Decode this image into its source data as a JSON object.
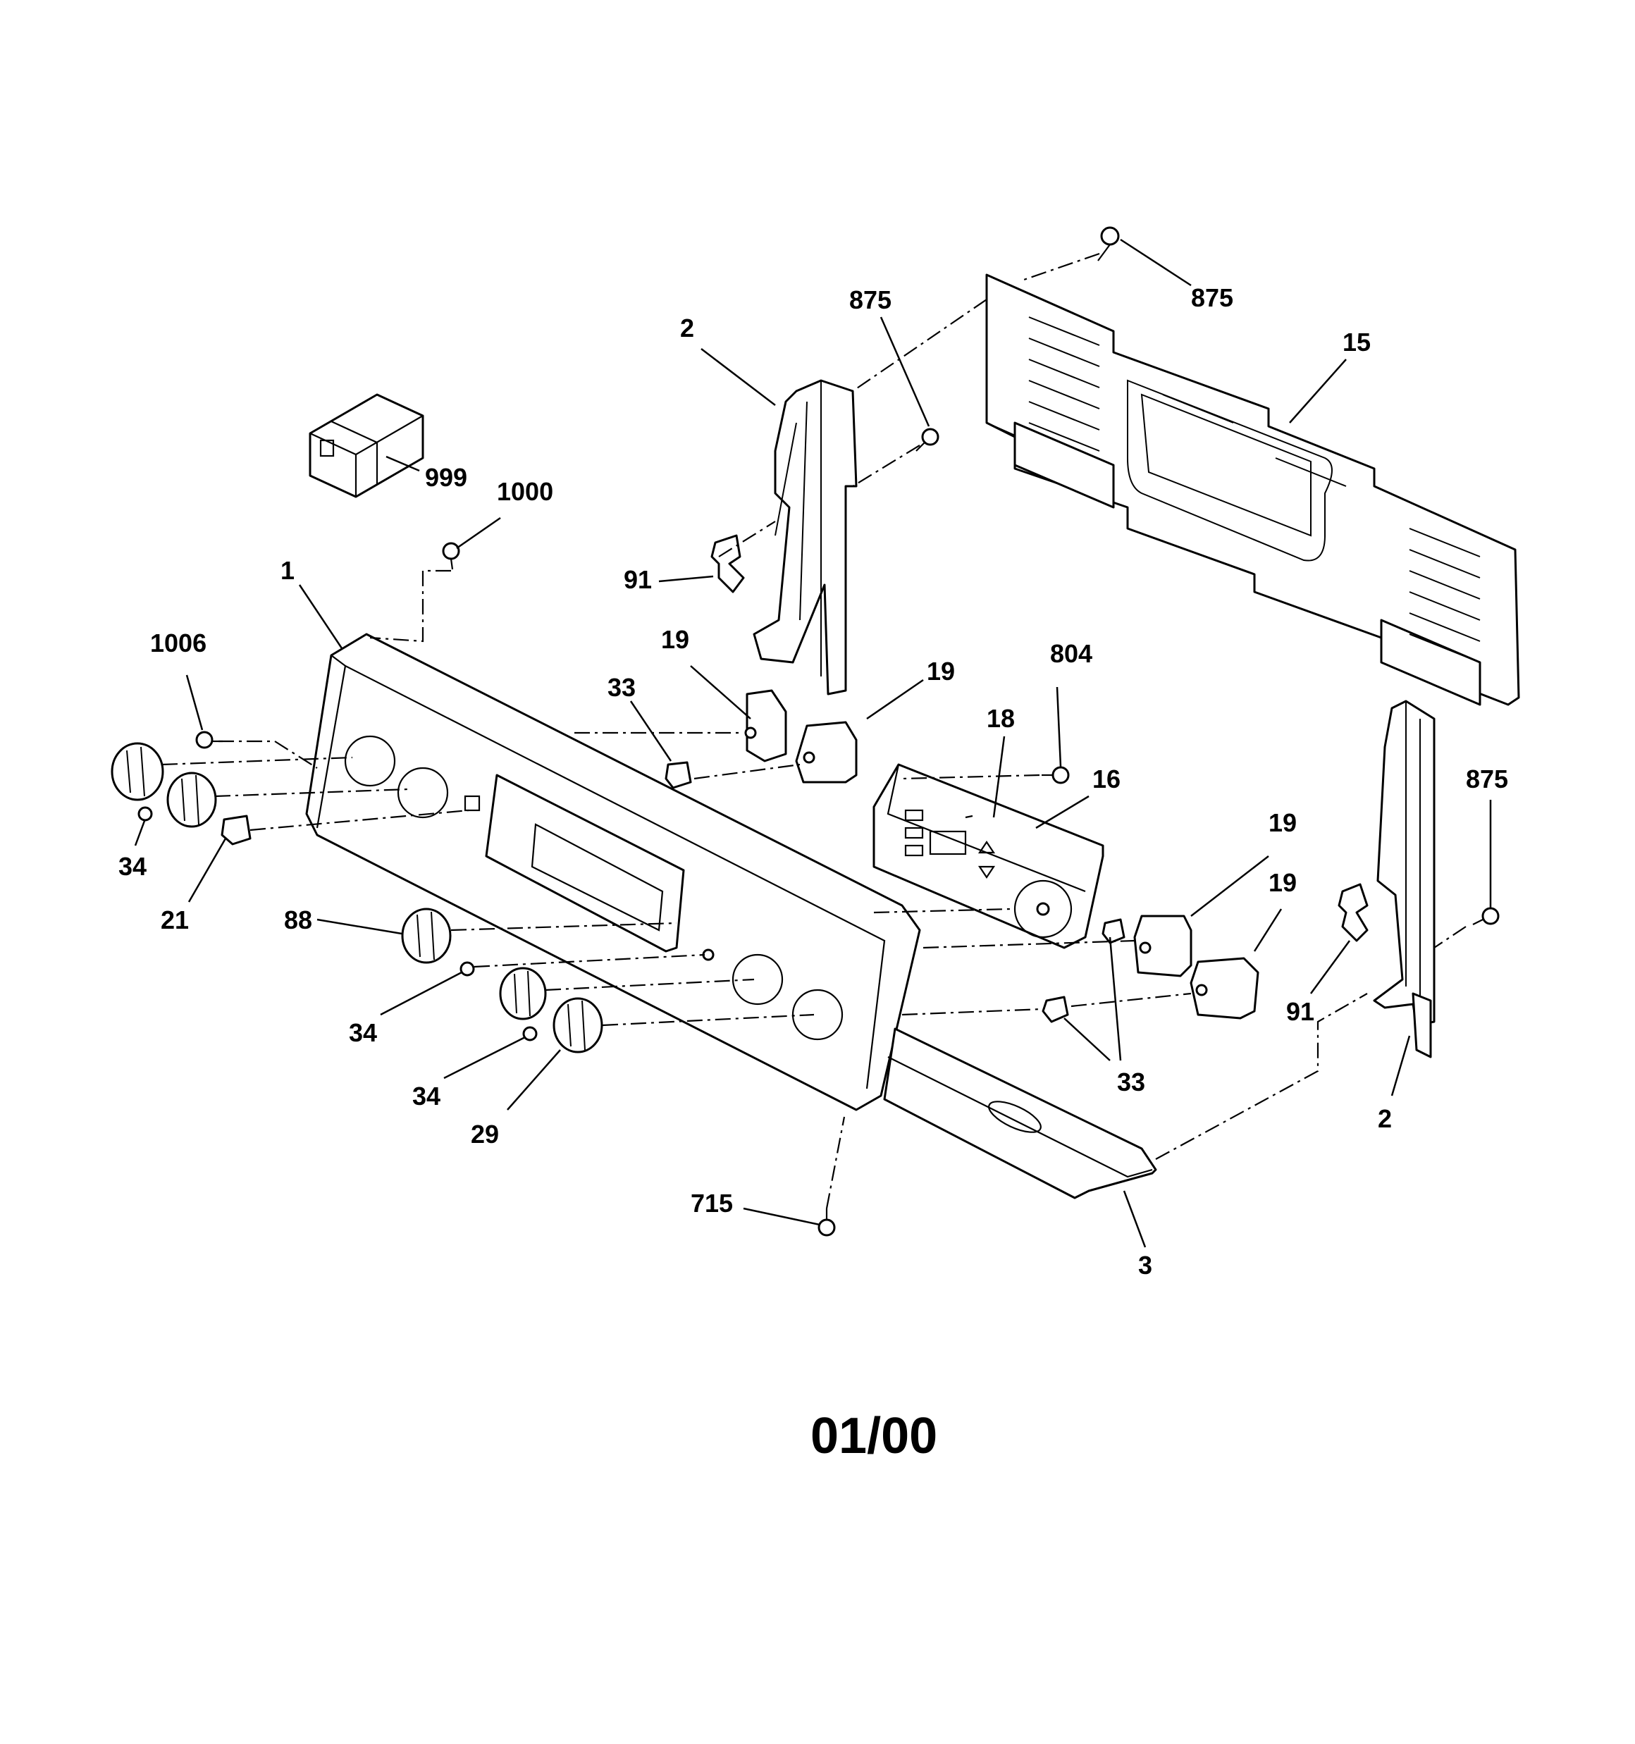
{
  "diagram": {
    "date_code": "01/00",
    "callouts": [
      {
        "id": "c-875-top-right",
        "text": "875"
      },
      {
        "id": "c-875-top",
        "text": "875"
      },
      {
        "id": "c-15",
        "text": "15"
      },
      {
        "id": "c-2-top",
        "text": "2"
      },
      {
        "id": "c-999",
        "text": "999"
      },
      {
        "id": "c-1000",
        "text": "1000"
      },
      {
        "id": "c-1",
        "text": "1"
      },
      {
        "id": "c-91-left",
        "text": "91"
      },
      {
        "id": "c-1006",
        "text": "1006"
      },
      {
        "id": "c-19-a",
        "text": "19"
      },
      {
        "id": "c-19-b",
        "text": "19"
      },
      {
        "id": "c-33-top",
        "text": "33"
      },
      {
        "id": "c-804",
        "text": "804"
      },
      {
        "id": "c-18",
        "text": "18"
      },
      {
        "id": "c-16",
        "text": "16"
      },
      {
        "id": "c-875-right",
        "text": "875"
      },
      {
        "id": "c-19-c",
        "text": "19"
      },
      {
        "id": "c-19-d",
        "text": "19"
      },
      {
        "id": "c-34-left",
        "text": "34"
      },
      {
        "id": "c-21",
        "text": "21"
      },
      {
        "id": "c-88",
        "text": "88"
      },
      {
        "id": "c-91-right",
        "text": "91"
      },
      {
        "id": "c-34-mid",
        "text": "34"
      },
      {
        "id": "c-33-bottom",
        "text": "33"
      },
      {
        "id": "c-34-low",
        "text": "34"
      },
      {
        "id": "c-29",
        "text": "29"
      },
      {
        "id": "c-2-bottom",
        "text": "2"
      },
      {
        "id": "c-715",
        "text": "715"
      },
      {
        "id": "c-3",
        "text": "3"
      }
    ]
  }
}
